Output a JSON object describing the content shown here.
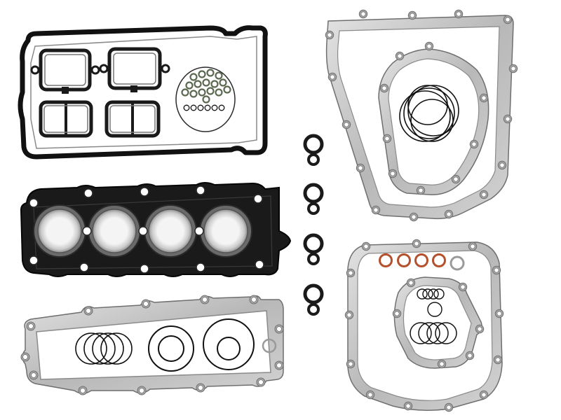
{
  "image": {
    "subject": "",
    "background_color": "#ffffff"
  },
  "palette": {
    "black_gasket": "#1a1a1a",
    "black_gasket_edge": "#050505",
    "metal_light": "#d6d6d6",
    "metal_mid": "#a9a9a9",
    "metal_dark": "#6f6f6f",
    "copper_ring": "#b4502b",
    "oring_black": "#111111",
    "oring_gray": "#9a9a9a"
  },
  "counts": {
    "valve_stem_seals": 16,
    "head_oring_grommets": 6,
    "head_gasket_cylinders": 4,
    "small_black_seals": 4,
    "copper_washers": 4
  }
}
